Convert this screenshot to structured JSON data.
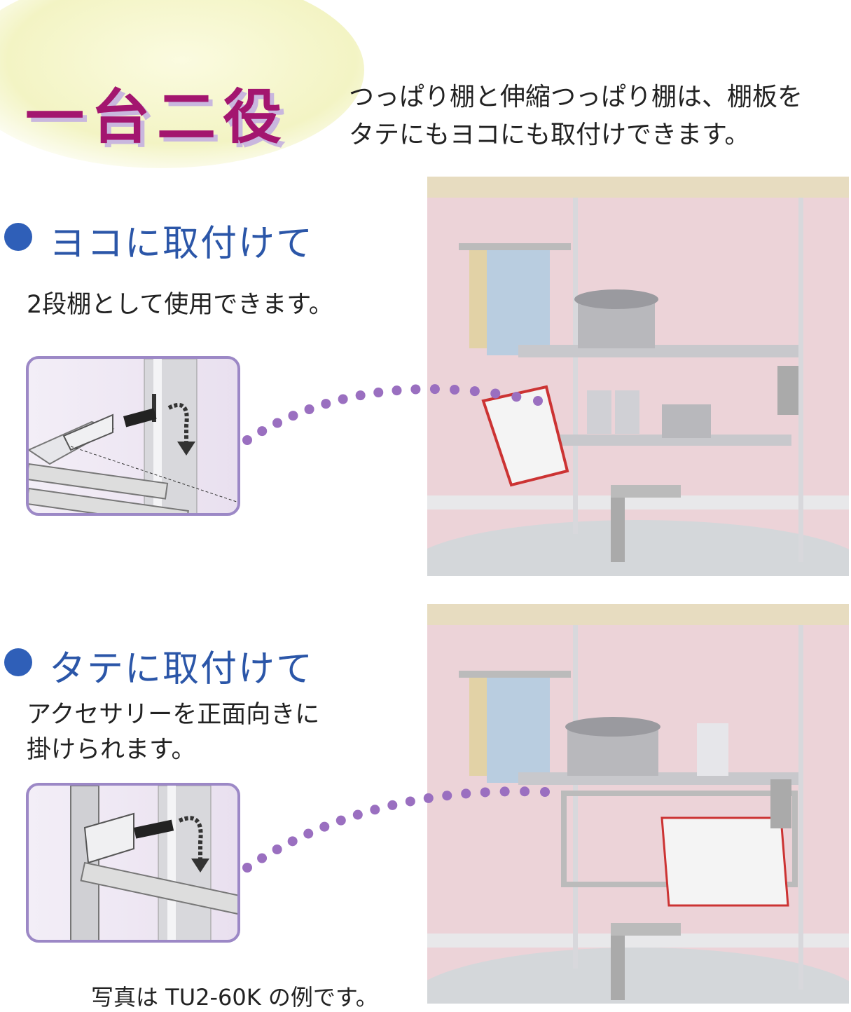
{
  "title": "一台二役",
  "intro": {
    "line1": "つっぱり棚と伸縮つっぱり棚は、棚板を",
    "line2": "タテにもヨコにも取付けできます。"
  },
  "sections": [
    {
      "heading": "ヨコに取付けて",
      "lines": [
        "2段棚として使用できます。"
      ]
    },
    {
      "heading": "タテに取付けて",
      "lines": [
        "アクセサリーを正面向きに",
        "掛けられます。"
      ]
    }
  ],
  "caption": "写真は TU2-60K の例です。",
  "colors": {
    "title": "#a3166f",
    "heading": "#2b56a8",
    "frame": "#9c88c6",
    "dots": "#9a6fc0"
  }
}
